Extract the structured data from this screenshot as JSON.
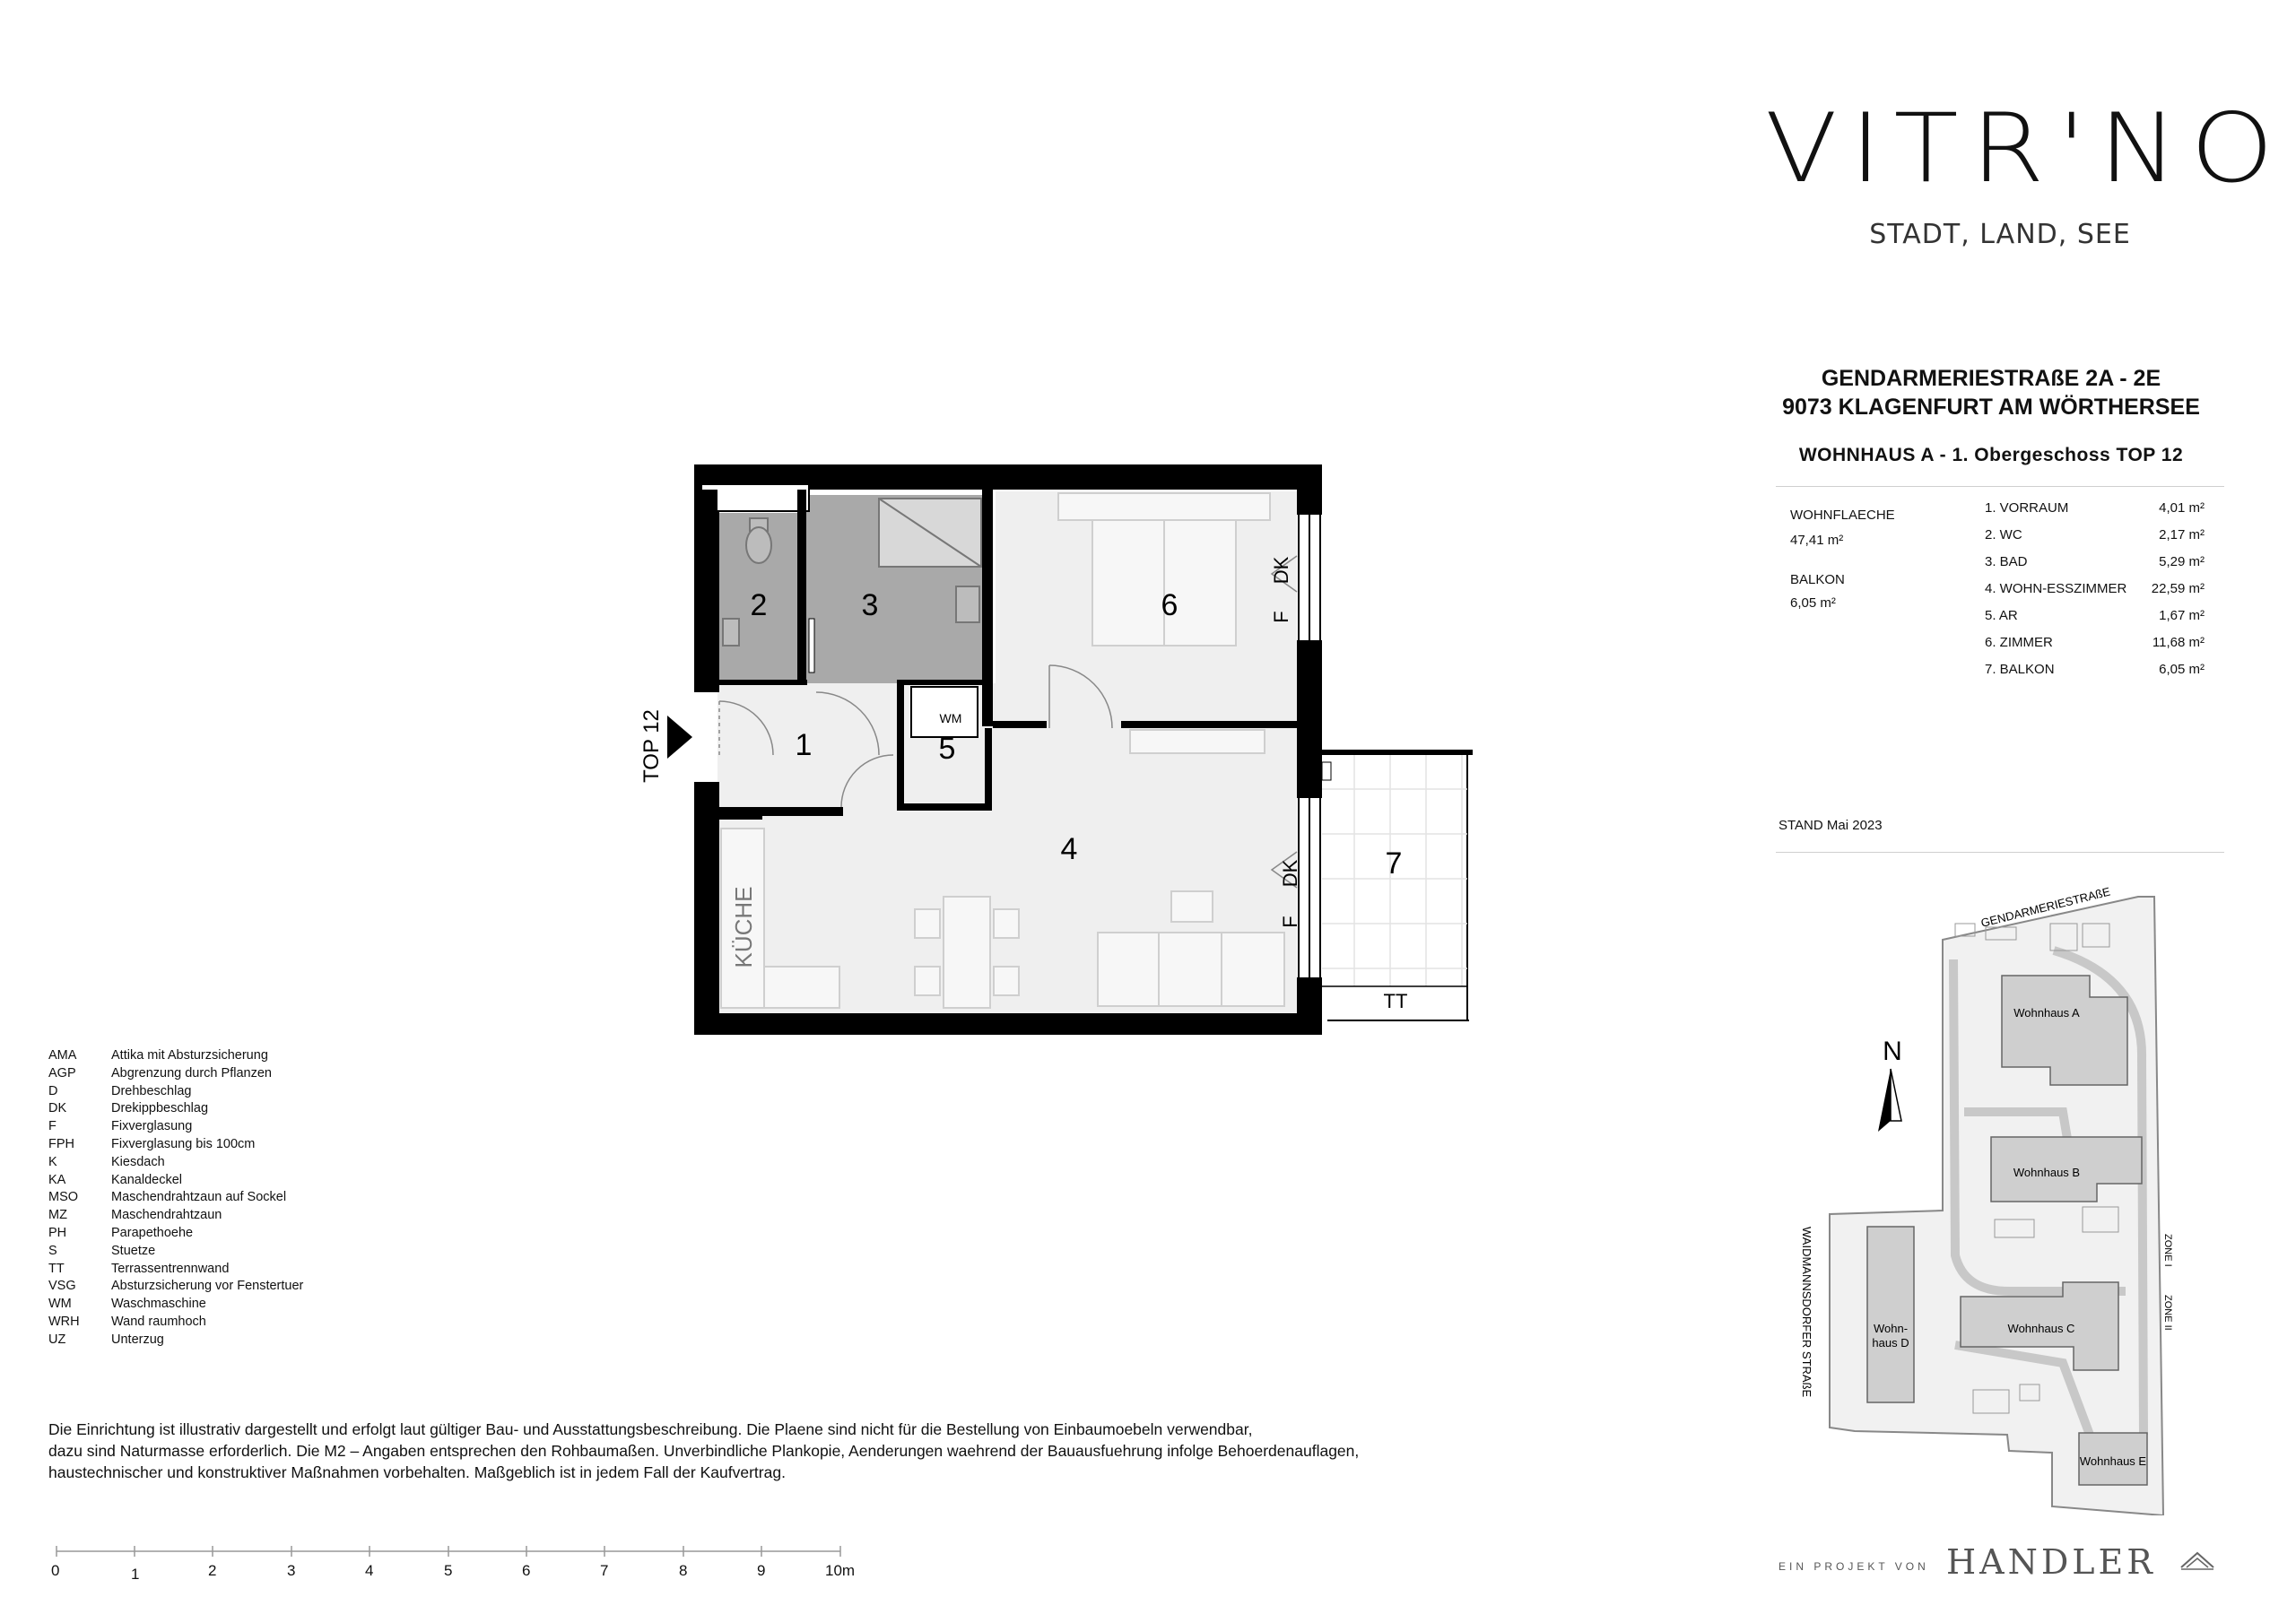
{
  "brand": {
    "logo": "VITR'NO",
    "tagline": "STADT, LAND, SEE"
  },
  "header": {
    "address_line1": "GENDARMERIESTRAßE 2A - 2E",
    "address_line2": "9073 KLAGENFURT AM WÖRTHERSEE",
    "unit": "WOHNHAUS A - 1. Obergeschoss TOP 12"
  },
  "areas": {
    "wohnflaeche_label": "WOHNFLAECHE",
    "wohnflaeche_value": "47,41 m²",
    "balkon_label": "BALKON",
    "balkon_value": "6,05 m²"
  },
  "rooms": [
    {
      "name": "1. VORRAUM",
      "area": "4,01 m²"
    },
    {
      "name": "2. WC",
      "area": "2,17 m²"
    },
    {
      "name": "3. BAD",
      "area": "5,29 m²"
    },
    {
      "name": "4. WOHN-ESSZIMMER",
      "area": "22,59 m²"
    },
    {
      "name": "5. AR",
      "area": "1,67 m²"
    },
    {
      "name": "6. ZIMMER",
      "area": "11,68 m²"
    },
    {
      "name": "7. BALKON",
      "area": "6,05 m²"
    }
  ],
  "stand": "STAND Mai 2023",
  "plan_labels": {
    "r1": "1",
    "r2": "2",
    "r3": "3",
    "r4": "4",
    "r5": "5",
    "r6": "6",
    "r7": "7",
    "wm": "WM",
    "kueche": "KÜCHE",
    "top": "TOP 12",
    "dk": "DK",
    "f": "F",
    "tt": "TT"
  },
  "legend": [
    {
      "abbr": "AMA",
      "text": "Attika mit Absturzsicherung"
    },
    {
      "abbr": "AGP",
      "text": "Abgrenzung durch Pflanzen"
    },
    {
      "abbr": "D",
      "text": "Drehbeschlag"
    },
    {
      "abbr": "DK",
      "text": "Drekippbeschlag"
    },
    {
      "abbr": "F",
      "text": "Fixverglasung"
    },
    {
      "abbr": "FPH",
      "text": "Fixverglasung bis 100cm"
    },
    {
      "abbr": "K",
      "text": "Kiesdach"
    },
    {
      "abbr": "KA",
      "text": "Kanaldeckel"
    },
    {
      "abbr": "MSO",
      "text": "Maschendrahtzaun auf Sockel"
    },
    {
      "abbr": "MZ",
      "text": "Maschendrahtzaun"
    },
    {
      "abbr": "PH",
      "text": "Parapethoehe"
    },
    {
      "abbr": "S",
      "text": "Stuetze"
    },
    {
      "abbr": "TT",
      "text": "Terrassentrennwand"
    },
    {
      "abbr": "VSG",
      "text": "Absturzsicherung vor Fenstertuer"
    },
    {
      "abbr": "WM",
      "text": "Waschmaschine"
    },
    {
      "abbr": "WRH",
      "text": "Wand raumhoch"
    },
    {
      "abbr": "UZ",
      "text": "Unterzug"
    }
  ],
  "disclaimer": [
    "Die Einrichtung ist illustrativ dargestellt und erfolgt laut gültiger Bau- und Ausstattungsbeschreibung. Die Plaene sind nicht für die Bestellung von Einbaumoebeln verwendbar,",
    "dazu sind Naturmasse erforderlich. Die M2 – Angaben entsprechen den Rohbaumaßen. Unverbindliche Plankopie, Aenderungen waehrend der Bauausfuehrung infolge Behoerdenauflagen,",
    "haustechnischer und konstruktiver Maßnahmen vorbehalten. Maßgeblich ist in jedem Fall der Kaufvertrag."
  ],
  "scale": [
    "0",
    "1",
    "2",
    "3",
    "4",
    "5",
    "6",
    "7",
    "8",
    "9",
    "10m"
  ],
  "site_map": {
    "north": "N",
    "street_top": "GENDARMERIESTRAßE",
    "street_left": "WAIDMANNSDORFER STRAßE",
    "zone1": "ZONE I",
    "zone2": "ZONE II",
    "house_a": "Wohnhaus A",
    "house_b": "Wohnhaus B",
    "house_c": "Wohnhaus C",
    "house_d1": "Wohn-",
    "house_d2": "haus D",
    "house_e": "Wohnhaus E"
  },
  "footer": {
    "project_by": "EIN PROJEKT VON",
    "developer": "HANDLER"
  }
}
